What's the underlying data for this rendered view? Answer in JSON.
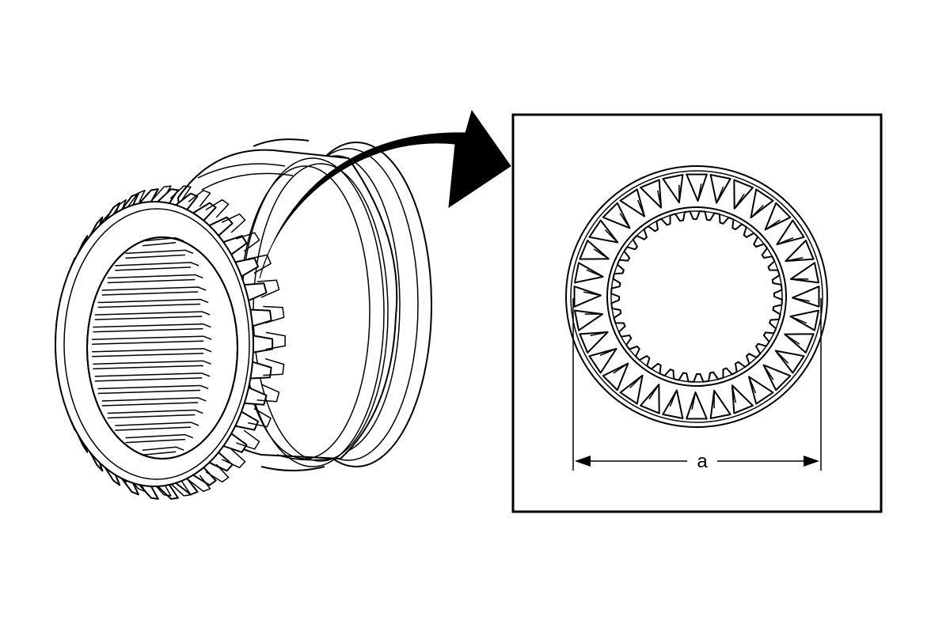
{
  "diagram": {
    "dimension_label": "a",
    "outer_teeth_count": 34,
    "inner_splines_count": 36,
    "detail_outer_teeth_count": 32,
    "detail_inner_splines_count": 36,
    "colors": {
      "line": "#000000",
      "background": "#ffffff"
    }
  }
}
